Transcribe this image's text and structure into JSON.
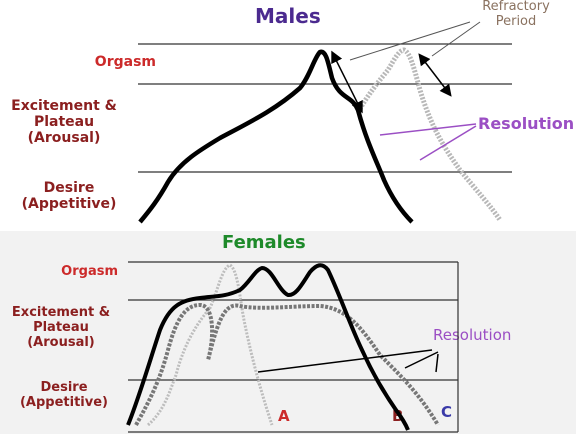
{
  "males": {
    "title": "Males",
    "stages": {
      "orgasm": "Orgasm",
      "excitement_plateau": "Excitement &\nPlateau\n(Arousal)",
      "desire": "Desire\n(Appetitive)"
    },
    "refractory_label": "Refractory\nPeriod",
    "resolution_label": "Resolution"
  },
  "females": {
    "title": "Females",
    "stages": {
      "orgasm": "Orgasm",
      "excitement_plateau": "Excitement &\nPlateau\n(Arousal)",
      "desire": "Desire\n(Appetitive)"
    },
    "resolution_label": "Resolution",
    "curve_labels": {
      "a": "A",
      "b": "B",
      "c": "C"
    }
  },
  "colors": {
    "males_title": "#4b2a8f",
    "females_title": "#1e8a2a",
    "stage_label": "#8b1f1f",
    "orgasm_label": "#cc2a2a",
    "resolution": "#9b4fc4",
    "curve_a": "#cc2a2a",
    "curve_b": "#8b1f1f",
    "curve_c": "#3a3aa8"
  }
}
